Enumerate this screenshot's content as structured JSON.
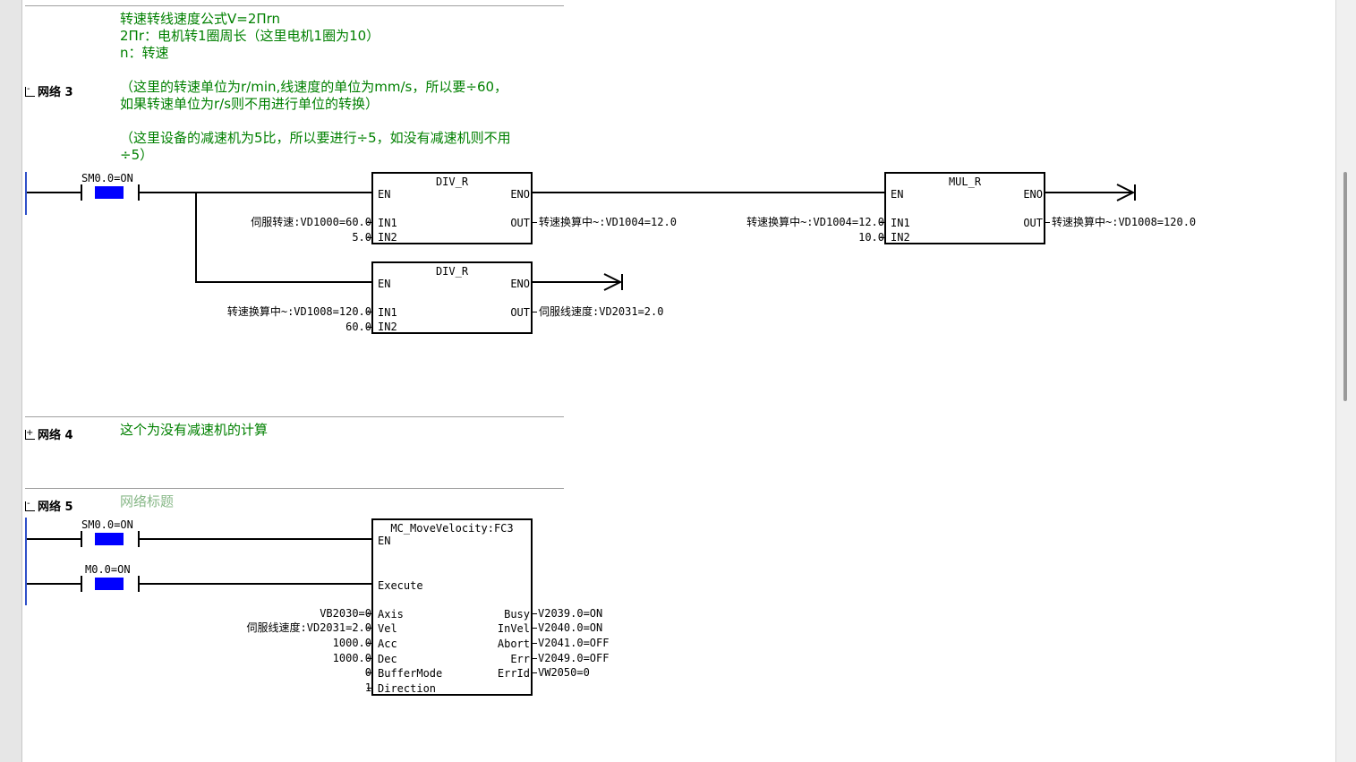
{
  "comment_top": {
    "line1": "转速转线速度公式V=2Πrn",
    "line2": "2Πr：电机转1圈周长（这里电机1圈为10）",
    "line3": "n：转速"
  },
  "network3": {
    "label": "网络 3",
    "comment1": "（这里的转速单位为r/min,线速度的单位为mm/s，所以要÷60，",
    "comment2": "如果转速单位为r/s则不用进行单位的转换）",
    "comment3": "（这里设备的减速机为5比，所以要进行÷5，如没有减速机则不用",
    "comment4": "÷5）",
    "contact": "SM0.0=ON",
    "div1": {
      "title": "DIV_R",
      "en": "EN",
      "eno": "ENO",
      "in1": "IN1",
      "in2": "IN2",
      "out": "OUT",
      "in1_val": "伺服转速:VD1000=60.0",
      "in2_val": "5.0",
      "out_val": "转速换算中~:VD1004=12.0"
    },
    "mul": {
      "title": "MUL_R",
      "en": "EN",
      "eno": "ENO",
      "in1": "IN1",
      "in2": "IN2",
      "out": "OUT",
      "in1_val": "转速换算中~:VD1004=12.0",
      "in2_val": "10.0",
      "out_val": "转速换算中~:VD1008=120.0"
    },
    "div2": {
      "title": "DIV_R",
      "en": "EN",
      "eno": "ENO",
      "in1": "IN1",
      "in2": "IN2",
      "out": "OUT",
      "in1_val": "转速换算中~:VD1008=120.0",
      "in2_val": "60.0",
      "out_val": "伺服线速度:VD2031=2.0"
    }
  },
  "network4": {
    "label": "网络 4",
    "comment": "这个为没有减速机的计算"
  },
  "network5": {
    "label": "网络 5",
    "title": "网络标题",
    "contact1": "SM0.0=ON",
    "contact2": "M0.0=ON",
    "fb": {
      "title": "MC_MoveVelocity:FC3",
      "en": "EN",
      "execute": "Execute",
      "inputs": [
        {
          "pin": "Axis",
          "val": "VB2030=0"
        },
        {
          "pin": "Vel",
          "val": "伺服线速度:VD2031=2.0"
        },
        {
          "pin": "Acc",
          "val": "1000.0"
        },
        {
          "pin": "Dec",
          "val": "1000.0"
        },
        {
          "pin": "BufferMode",
          "val": "0"
        },
        {
          "pin": "Direction",
          "val": "1"
        }
      ],
      "outputs": [
        {
          "pin": "Busy",
          "val": "V2039.0=ON"
        },
        {
          "pin": "InVel",
          "val": "V2040.0=ON"
        },
        {
          "pin": "Abort",
          "val": "V2041.0=OFF"
        },
        {
          "pin": "Err",
          "val": "V2049.0=OFF"
        },
        {
          "pin": "ErrId",
          "val": "VW2050=0"
        }
      ]
    }
  },
  "colors": {
    "comment": "#008000",
    "contact_active": "#0000ff",
    "title_faint": "#88b888"
  }
}
